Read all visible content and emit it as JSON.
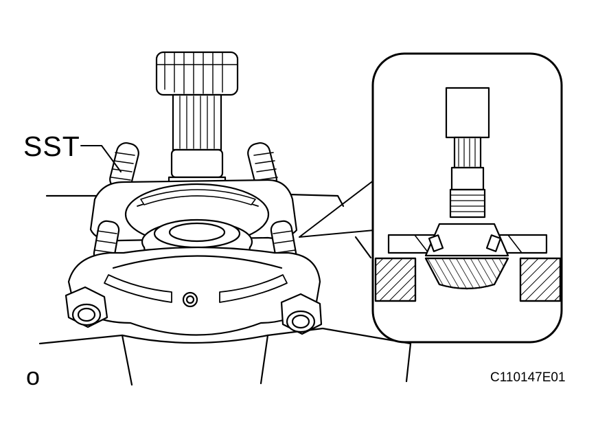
{
  "labels": {
    "tool": "SST",
    "corner_mark": "o",
    "figure_code": "C110147E01"
  }
}
